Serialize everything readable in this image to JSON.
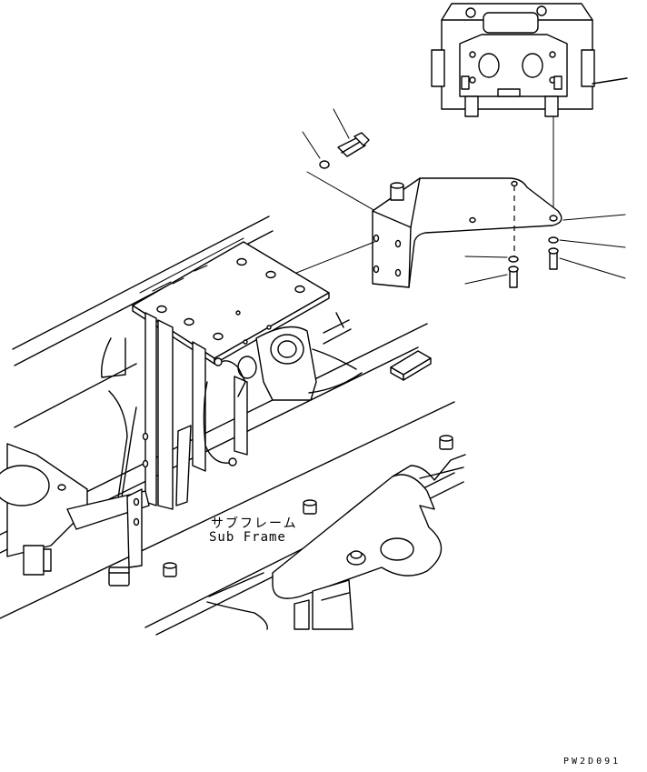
{
  "labels": {
    "subframe_jp": "サブフレーム",
    "subframe_en": "Sub Frame"
  },
  "figure_code": "PW2D091",
  "colors": {
    "line": "#000000",
    "background": "#ffffff"
  }
}
